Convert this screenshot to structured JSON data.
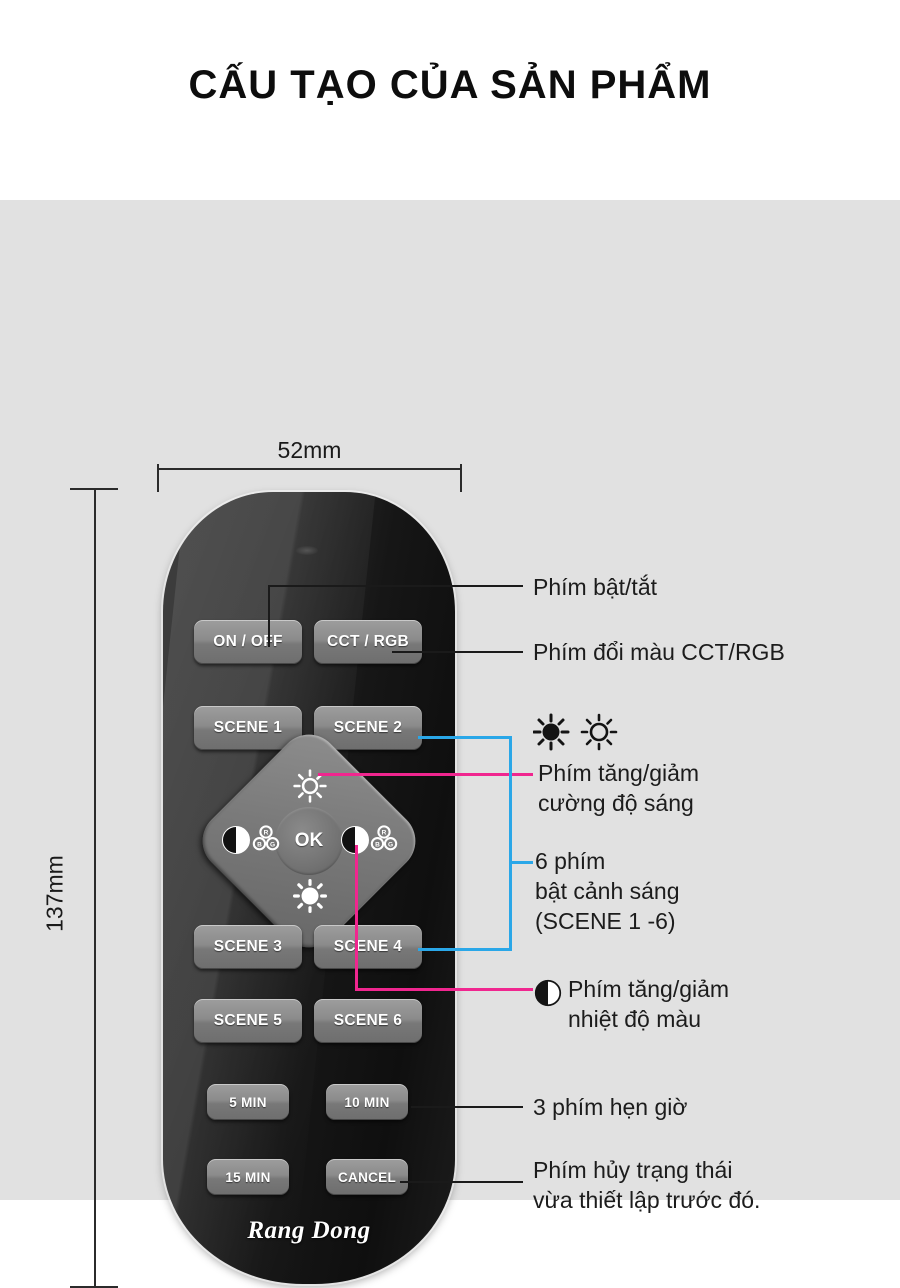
{
  "page": {
    "title": "CẤU TẠO CỦA SẢN PHẨM",
    "background_color": "#e1e1e1",
    "title_background_color": "#ffffff"
  },
  "dimensions": {
    "width_label": "52mm",
    "height_label": "137mm"
  },
  "remote": {
    "brand_logo": "Rang Dong",
    "buttons": [
      {
        "id": "on-off",
        "label": "ON / OFF"
      },
      {
        "id": "cct-rgb",
        "label": "CCT / RGB"
      },
      {
        "id": "scene-1",
        "label": "SCENE 1"
      },
      {
        "id": "scene-2",
        "label": "SCENE 2"
      },
      {
        "id": "scene-3",
        "label": "SCENE 3"
      },
      {
        "id": "scene-4",
        "label": "SCENE 4"
      },
      {
        "id": "scene-5",
        "label": "SCENE 5"
      },
      {
        "id": "scene-6",
        "label": "SCENE 6"
      },
      {
        "id": "timer-5",
        "label": "5 MIN"
      },
      {
        "id": "timer-10",
        "label": "10 MIN"
      },
      {
        "id": "timer-15",
        "label": "15 MIN"
      },
      {
        "id": "cancel",
        "label": "CANCEL"
      }
    ],
    "dpad": {
      "center_label": "OK",
      "up_icon": "sun-outline-icon",
      "down_icon": "sun-filled-icon",
      "left_icons": [
        "half-circle-icon",
        "rgb-icon"
      ],
      "right_icons": [
        "half-circle-icon",
        "rgb-icon"
      ]
    }
  },
  "annotations": {
    "power": "Phím bật/tắt",
    "color_mode": "Phím đổi màu CCT/RGB",
    "brightness": "Phím tăng/giảm\ncường độ sáng",
    "scenes": "6 phím\nbật cảnh sáng\n(SCENE 1 -6)",
    "color_temp": "Phím tăng/giảm\nnhiệt độ màu",
    "timer": "3 phím hẹn giờ",
    "cancel": "Phím hủy trạng thái\nvừa thiết lập trước đó."
  },
  "colors": {
    "pink_connector": "#f0268f",
    "blue_connector": "#2aa7e8",
    "dark_connector": "#1a1a1a",
    "button_face": "#8b8b8b",
    "remote_body": "#1a1a1a"
  }
}
